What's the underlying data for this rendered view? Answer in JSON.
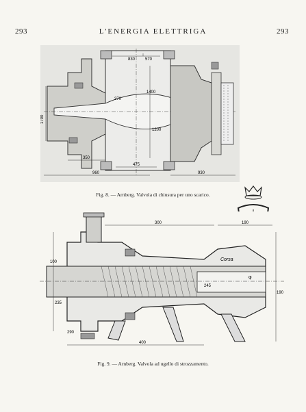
{
  "header": {
    "page_left": "293",
    "title": "L'ENERGIA ELETTRIGA",
    "page_right": "293"
  },
  "figure8": {
    "caption": "Fig. 8. — Arnberg. Valvola di chiusura per uno scarico.",
    "dims": {
      "d1": "830",
      "d2": "570",
      "d3": "1400",
      "d4": "370",
      "d5": "1200",
      "d6": "350",
      "d7": "475",
      "d8": "960",
      "d9": "930",
      "d10": "1700"
    }
  },
  "figure9": {
    "caption": "Fig. 9. — Arnberg. Valvola ad ugello di strozzamento.",
    "dims": {
      "d1": "300",
      "d2": "190",
      "d3": "290",
      "d4": "100",
      "d5": "Corsa",
      "d6": "235",
      "d7": "245",
      "d8": "400",
      "d9": "190",
      "d10": "φ"
    }
  }
}
